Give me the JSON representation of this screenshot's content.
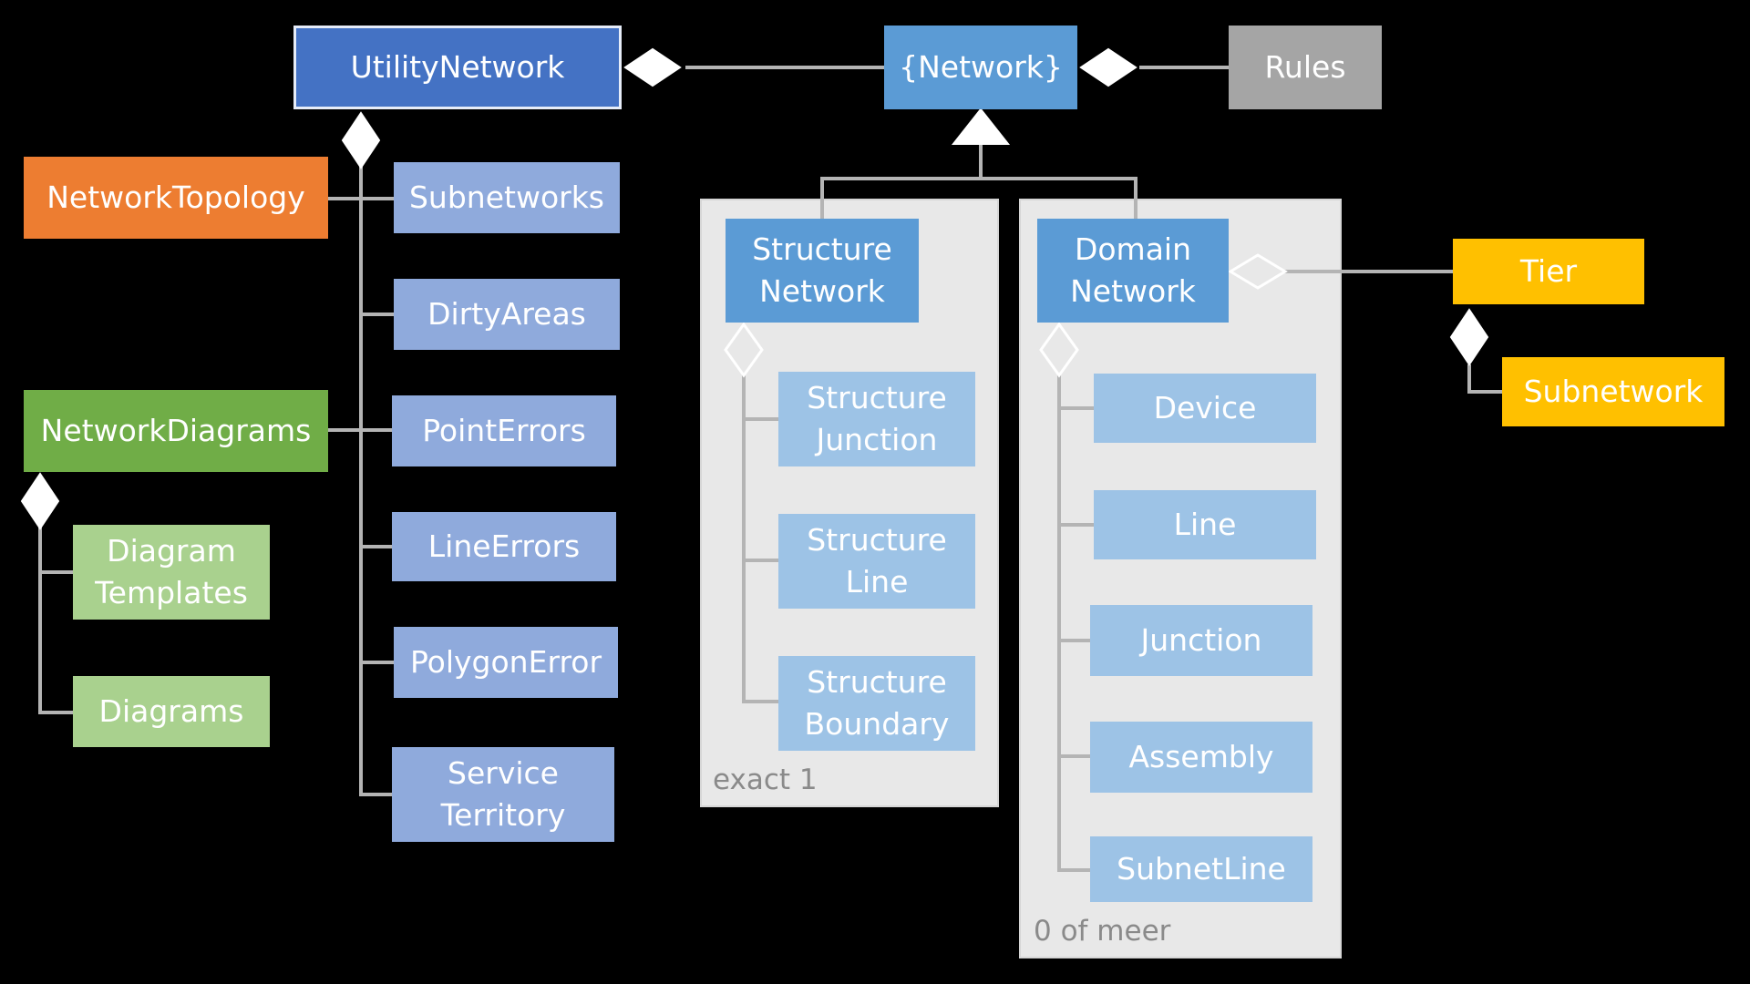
{
  "colors": {
    "background": "#000000",
    "root": "#4472c4",
    "network": "#5b9bd5",
    "network_child": "#9dc3e6",
    "utility_child": "#8faadc",
    "rules": "#a5a5a5",
    "topology": "#ed7d31",
    "diagrams_parent": "#70ad47",
    "diagrams_child": "#a9d18e",
    "tier": "#ffc000",
    "connector": "#b4b4b4",
    "panel": "#e8e8e8"
  },
  "nodes": {
    "utility_network": "UtilityNetwork",
    "network": "{Network}",
    "rules": "Rules",
    "network_topology": "NetworkTopology",
    "subnetworks": "Subnetworks",
    "dirty_areas": "DirtyAreas",
    "network_diagrams": "NetworkDiagrams",
    "point_errors": "PointErrors",
    "line_errors": "LineErrors",
    "polygon_error": "PolygonError",
    "service_territory": "Service\nTerritory",
    "diagram_templates": "Diagram\nTemplates",
    "diagrams": "Diagrams",
    "structure_network": "Structure\nNetwork",
    "structure_junction": "Structure\nJunction",
    "structure_line": "Structure\nLine",
    "structure_boundary": "Structure\nBoundary",
    "domain_network": "Domain\nNetwork",
    "device": "Device",
    "line": "Line",
    "junction": "Junction",
    "assembly": "Assembly",
    "subnet_line": "SubnetLine",
    "tier": "Tier",
    "subnetwork": "Subnetwork"
  },
  "panels": {
    "structure": {
      "label": "exact 1"
    },
    "domain": {
      "label": "0 of meer"
    }
  }
}
